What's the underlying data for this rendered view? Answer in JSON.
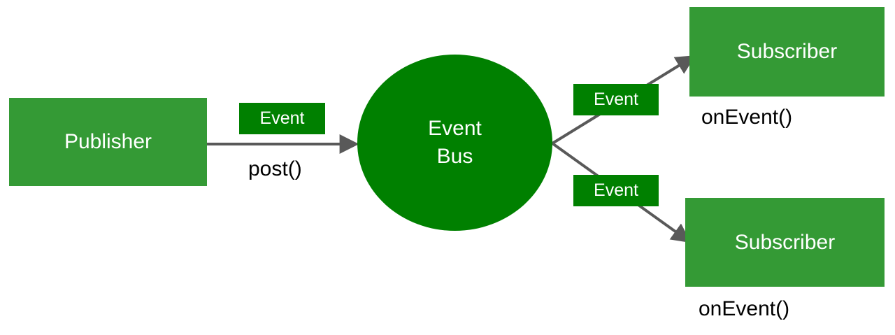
{
  "diagram": {
    "title": "Event Bus publish-subscribe diagram",
    "colors": {
      "node_green": "#349a35",
      "bus_green": "#008000",
      "chip_green": "#008000",
      "arrow_gray": "#595959",
      "node_text": "#ffffff",
      "caption_text": "#000000",
      "background": "#ffffff"
    },
    "nodes": {
      "publisher": {
        "label": "Publisher"
      },
      "event_bus": {
        "line1": "Event",
        "line2": "Bus"
      },
      "subscriber_top": {
        "label": "Subscriber"
      },
      "subscriber_bottom": {
        "label": "Subscriber"
      }
    },
    "edge_labels": {
      "publish_chip": "Event",
      "deliver_chip_top": "Event",
      "deliver_chip_bottom": "Event"
    },
    "captions": {
      "post": "post()",
      "on_event_top": "onEvent()",
      "on_event_bottom": "onEvent()"
    }
  }
}
